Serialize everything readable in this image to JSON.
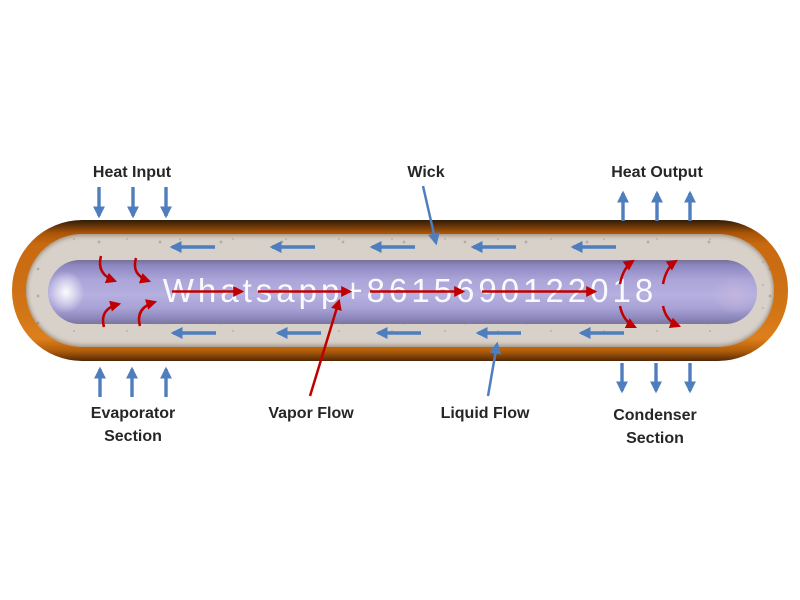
{
  "diagram": {
    "subject": "heat pipe cross-section diagram",
    "watermark": "Whatsapp+8615690122018",
    "labels": {
      "heat_input": "Heat Input",
      "wick": "Wick",
      "heat_output": "Heat Output",
      "evaporator_line1": "Evaporator",
      "evaporator_line2": "Section",
      "vapor_flow": "Vapor Flow",
      "liquid_flow": "Liquid Flow",
      "condenser_line1": "Condenser",
      "condenser_line2": "Section"
    },
    "flows": {
      "liquid_flow_in_wick": "right-to-left (blue arrows inside wick, top and bottom)",
      "vapor_flow_in_core": "left-to-right (red dashed arrowed line along core center)",
      "heat_input_arrows": "3 blue arrows pointing down into pipe top-left and 3 pointing up into pipe bottom-left (evaporator)",
      "heat_output_arrows": "3 blue arrows pointing up out of pipe top-right and 3 pointing down out of pipe bottom-right (condenser)",
      "evaporation": "red curved arrows from wick toward core at left end",
      "condensation": "red curved arrows from core toward wick at right end"
    },
    "colors": {
      "shell_orange": "#C8690F",
      "shell_dark_edge": "#4A2505",
      "wick_beige": "#D8D1C9",
      "core_lavender": "#AAA4D8",
      "arrow_blue": "#4E7EBE",
      "arrow_red": "#C00000",
      "label_text": "#262626",
      "watermark": "#FFFFFF",
      "background": "#FFFFFF"
    }
  }
}
